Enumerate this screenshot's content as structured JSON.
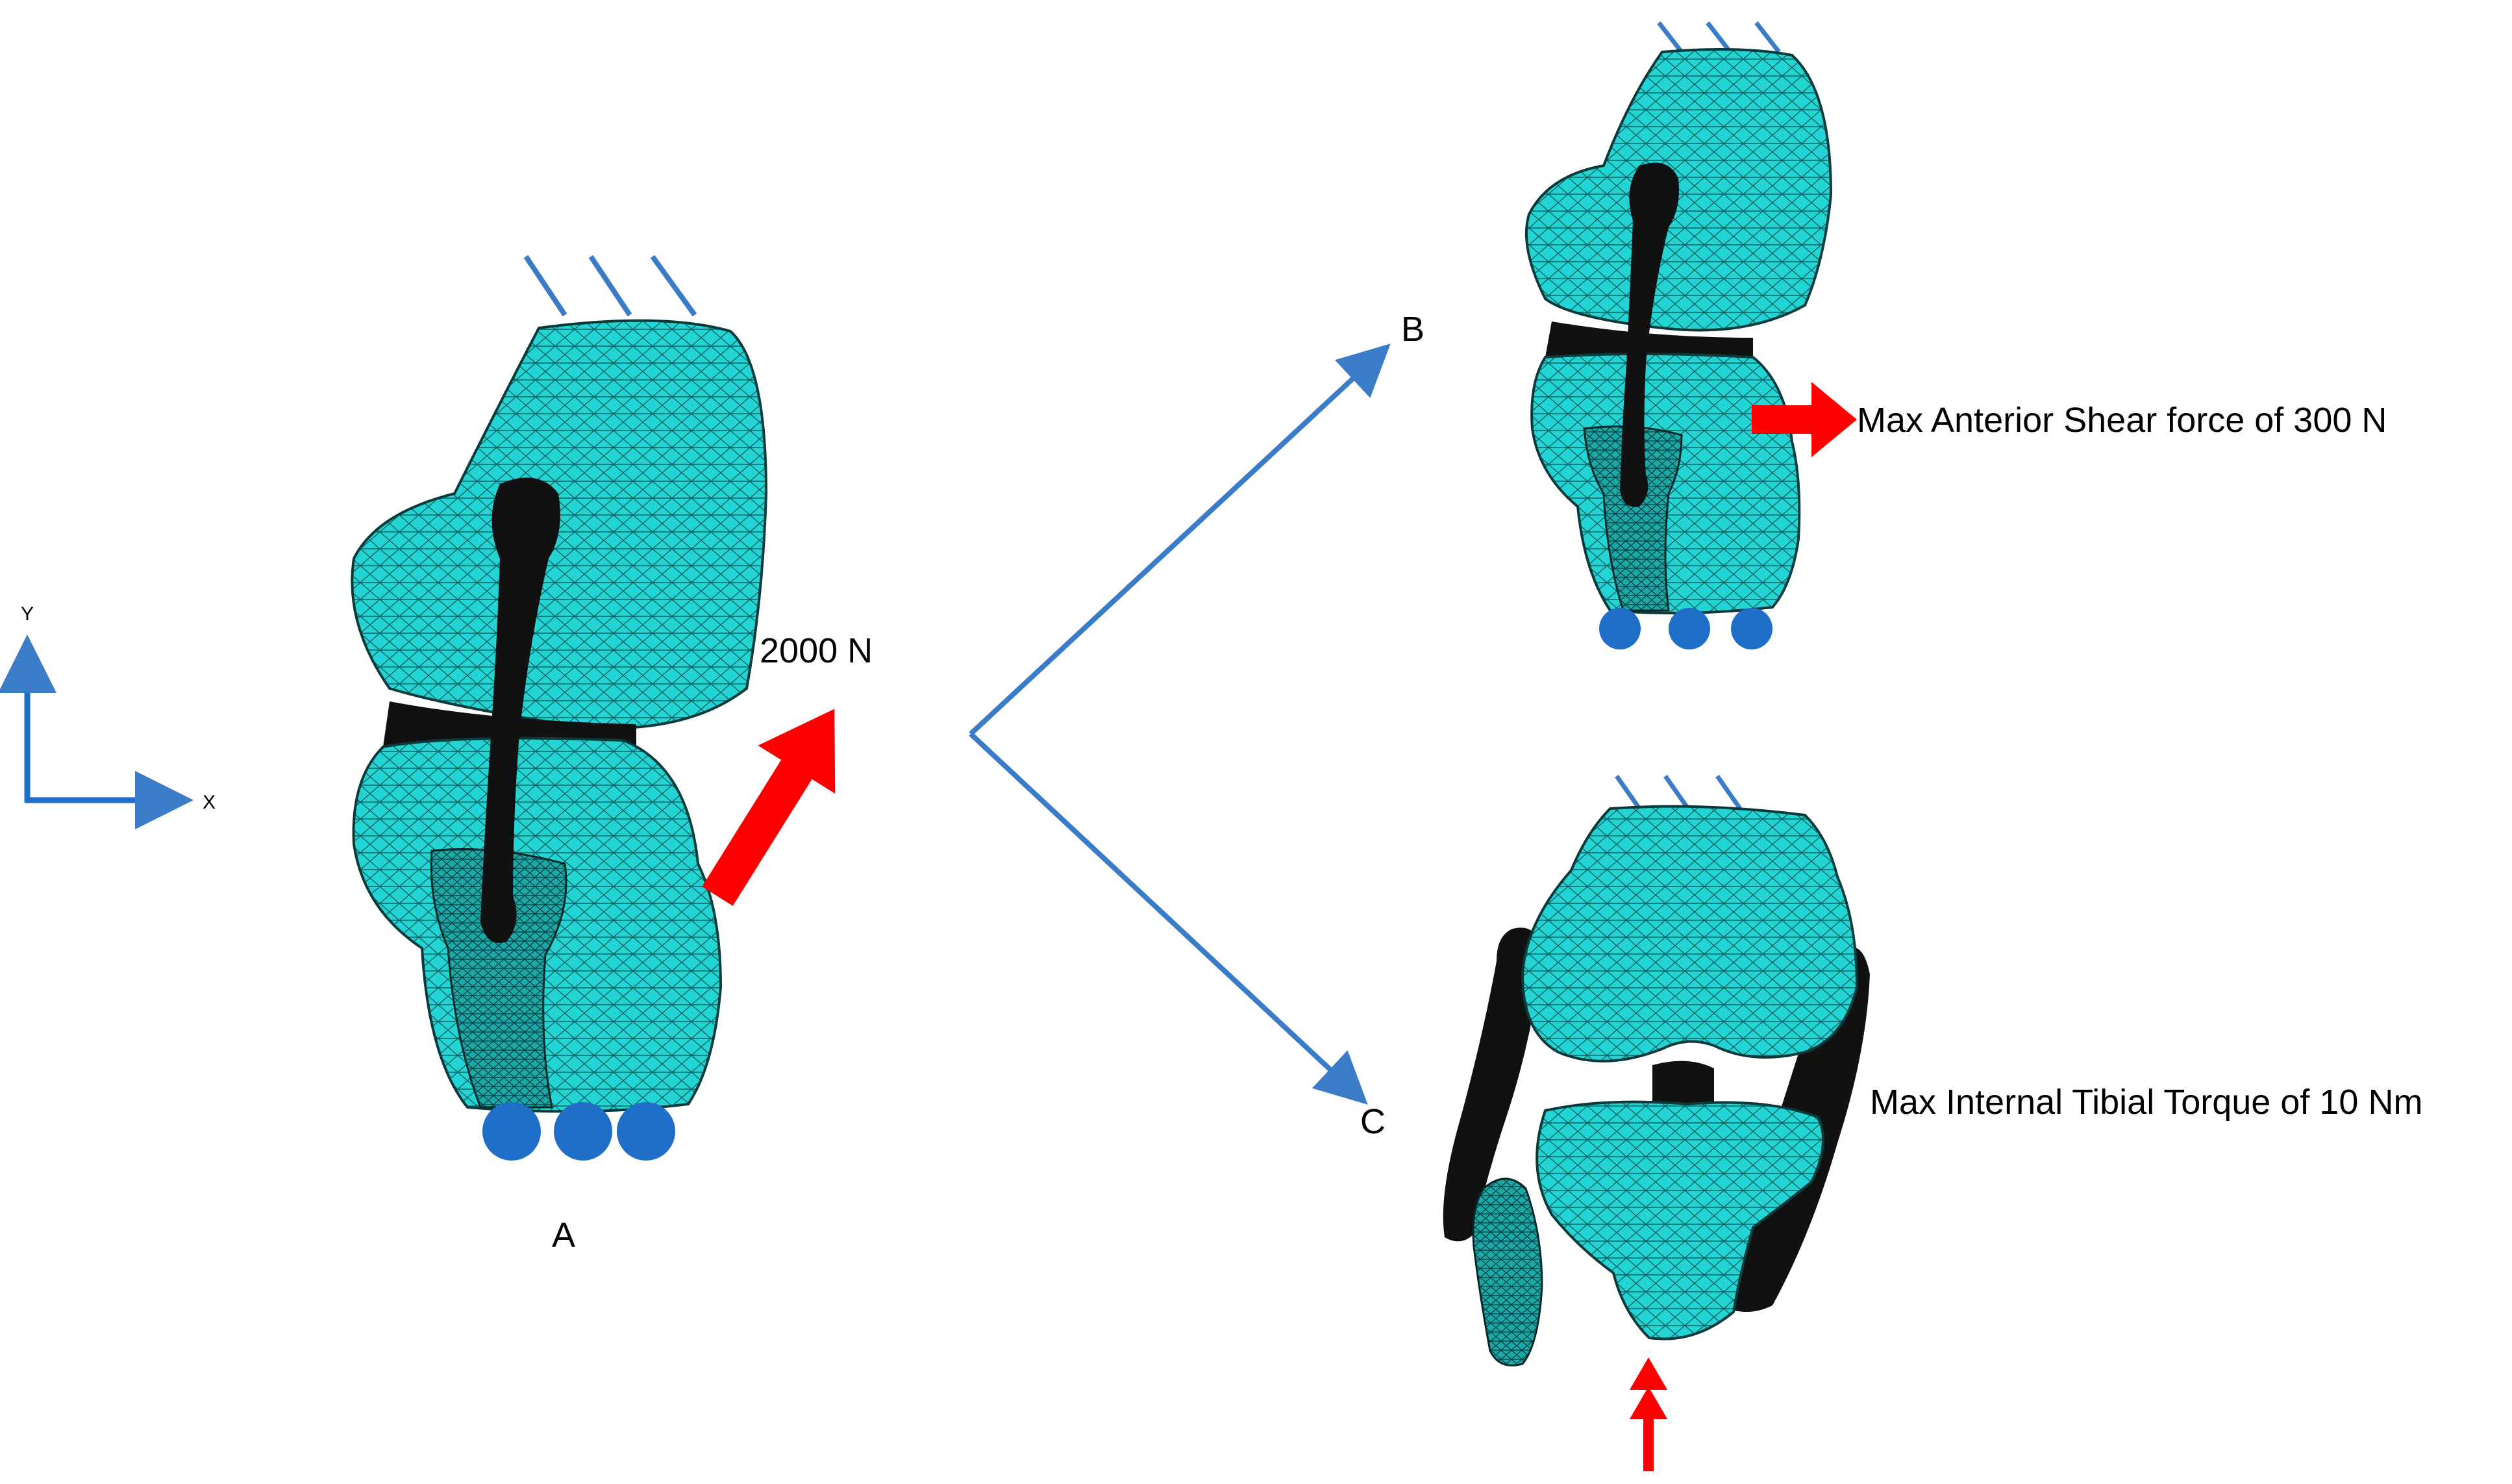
{
  "axes": {
    "y_label": "Y",
    "x_label": "X"
  },
  "panels": {
    "a": {
      "label": "A",
      "load_label": "2000 N"
    },
    "b": {
      "label": "B",
      "load_label": "Max Anterior Shear force of 300 N"
    },
    "c": {
      "label": "C",
      "load_label": "Max Internal Tibial Torque of 10 Nm"
    }
  },
  "colors": {
    "mesh": "#22d4d4",
    "mesh_line": "#0b3a3a",
    "ligament": "#111111",
    "arrow_load": "#ff0000",
    "constraint_blue": "#1f6fc9",
    "connector_blue": "#3a7cc8"
  }
}
